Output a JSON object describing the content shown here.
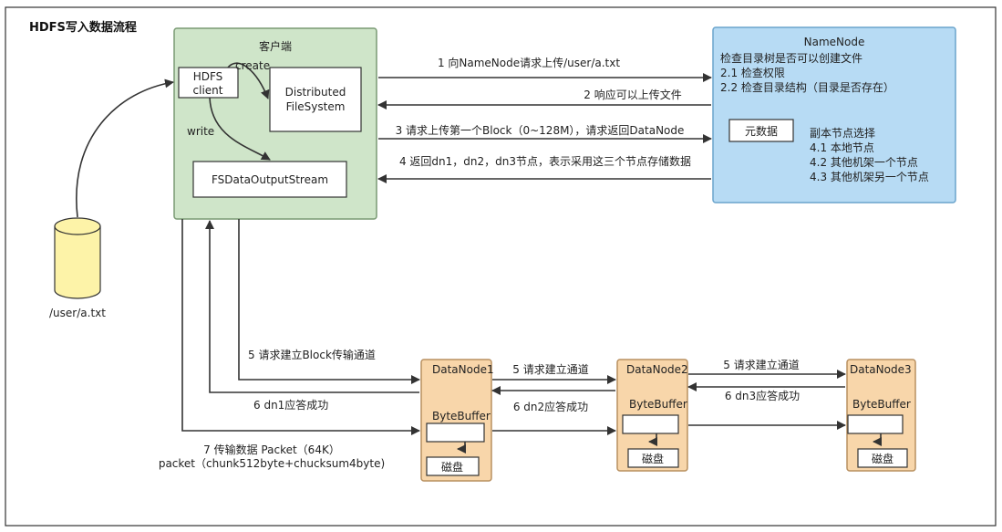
{
  "title": "HDFS写入数据流程",
  "client": {
    "title": "客户端",
    "hdfs_client_line1": "HDFS",
    "hdfs_client_line2": "client",
    "create_label": "create",
    "write_label": "write",
    "dfs_line1": "Distributed",
    "dfs_line2": "FileSystem",
    "fsdos": "FSDataOutputStream"
  },
  "file": {
    "label": "/user/a.txt"
  },
  "namenode": {
    "title": "NameNode",
    "line1": "检查目录树是否可以创建文件",
    "line2": "2.1 检查权限",
    "line3": "2.2 检查目录结构（目录是否存在）",
    "metadata": "元数据",
    "replica_title": "副本节点选择",
    "replica1": "4.1 本地节点",
    "replica2": "4.2 其他机架一个节点",
    "replica3": "4.3 其他机架另一个节点"
  },
  "steps": {
    "s1": "1 向NameNode请求上传/user/a.txt",
    "s2": "2 响应可以上传文件",
    "s3": "3 请求上传第一个Block（0~128M），请求返回DataNode",
    "s4": "4 返回dn1，dn2，dn3节点，表示采用这三个节点存储数据",
    "s5": "5 请求建立Block传输通道",
    "s6": "6 dn1应答成功",
    "s7a": "7 传输数据 Packet（64K）",
    "s7b": "packet（chunk512byte+chucksum4byte)",
    "s5b": "5 请求建立通道",
    "s6b": "6 dn2应答成功",
    "s5c": "5 请求建立通道",
    "s6c": "6 dn3应答成功"
  },
  "datanodes": [
    {
      "name": "DataNode1",
      "buffer": "ByteBuffer",
      "disk": "磁盘"
    },
    {
      "name": "DataNode2",
      "buffer": "ByteBuffer",
      "disk": "磁盘"
    },
    {
      "name": "DataNode3",
      "buffer": "ByteBuffer",
      "disk": "磁盘"
    }
  ],
  "colors": {
    "client_fill": "#cfe5c9",
    "client_stroke": "#7a9a74",
    "namenode_fill": "#b7dbf4",
    "namenode_stroke": "#6aa4cc",
    "datanode_fill": "#f8d6aa",
    "datanode_stroke": "#b89060",
    "cylinder_fill": "#fdf3a8"
  }
}
